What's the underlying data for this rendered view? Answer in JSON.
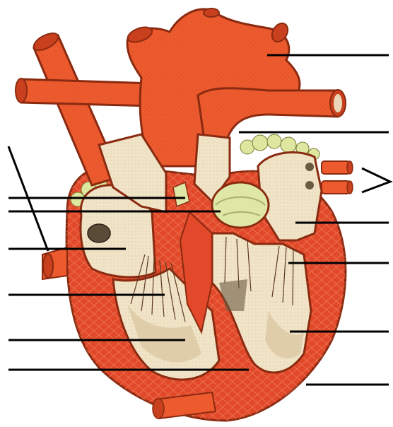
{
  "diagram": {
    "subject": "heart-cross-section",
    "labels_present": false,
    "label_lines_left": 7,
    "label_lines_right": 6,
    "right_bracket_symbol": ">"
  },
  "colors": {
    "background": "#ffffff",
    "vessel_red": "#ec5a2e",
    "vessel_red_dark": "#b33a18",
    "muscle_red": "#e2492a",
    "chamber_interior": "#f1e3c6",
    "chamber_shadow": "#d8c4a0",
    "valve_yellow": "#dfe7a6",
    "fat_yellow": "#dde7a0",
    "line": "#000000"
  }
}
